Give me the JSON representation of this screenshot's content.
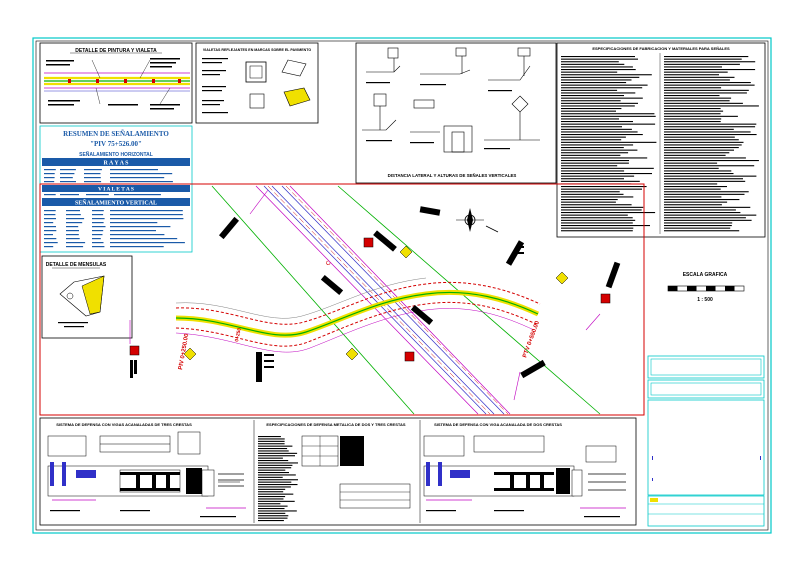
{
  "panels": {
    "pintura": {
      "title": "DETALLE DE PINTURA Y VIALETA"
    },
    "vialetas": {
      "title": "VIALETAS REFLEJANTES EN MARCAS SOBRE EL PAVIMENTO"
    },
    "distancia": {
      "title": "DISTANCIA LATERAL Y ALTURAS DE SEÑALES VERTICALES"
    },
    "especificaciones": {
      "title": "ESPECIFICACIONES DE FABRICACION Y MATERIALES PARA SEÑALES"
    },
    "resumen": {
      "title": "RESUMEN DE SEÑALAMIENTO",
      "code": "\"PIV 75+526.00\"",
      "horizontal": "SEÑALAMIENTO HORIZONTAL",
      "rayas": "R A Y A S",
      "vialetas": "V I A L E T A S",
      "vertical": "SEÑALAMIENTO VERTICAL"
    },
    "mensulas": {
      "title": "DETALLE DE MENSULAS"
    },
    "escala": {
      "title": "ESCALA GRAFICA",
      "ratio": "1 : 500"
    },
    "defensa_tres": {
      "title": "SISTEMA DE DEFENSA CON VIGAS ACANALADAS DE TRES CRESTAS"
    },
    "defensa_esp": {
      "title": "ESPECIFICACIONES DE DEFENSA METALICA DE DOS Y TRES CRESTAS"
    },
    "defensa_dos": {
      "title": "SISTEMA DE DEFENSA CON VIGA ACANALADA DE DOS CRESTAS"
    }
  },
  "plan": {
    "station_left": "PIV 0+250.00",
    "station_right": "PTV 0+550.00",
    "mark_a": "0+250",
    "mark_b": "C"
  },
  "colors": {
    "red": "#d40000",
    "green": "#00b000",
    "blue": "#3030c8",
    "cyan": "#00c8c8",
    "magenta": "#c000c0",
    "yellow": "#f0e000",
    "panel_blue": "#1a5aa8"
  }
}
